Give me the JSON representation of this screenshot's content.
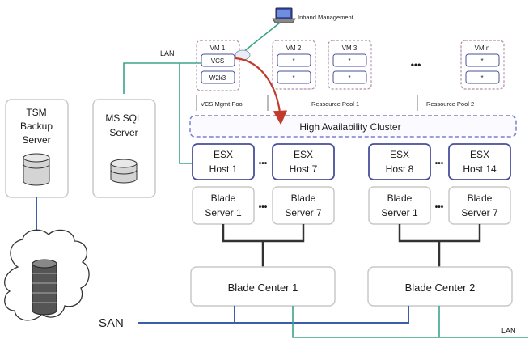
{
  "labels": {
    "inband": "Inband Management",
    "lan_top": "LAN",
    "lan_bottom": "LAN",
    "san": "SAN",
    "tsm": [
      "TSM",
      "Backup",
      "Server"
    ],
    "mssql": [
      "MS SQL",
      "Server"
    ],
    "vm1": "VM 1",
    "vcs": "VCS",
    "w2k3": "W2k3",
    "vm2": "VM 2",
    "vm3": "VM 3",
    "vmn": "VM n",
    "star": "*",
    "ellipsis": "•••",
    "pool_vcs": "VCS Mgmt Pool",
    "pool1": "Ressource Pool 1",
    "pool2": "Ressource Pool 2",
    "ha_cluster": "High Availability Cluster",
    "esx1": [
      "ESX",
      "Host 1"
    ],
    "esx7": [
      "ESX",
      "Host 7"
    ],
    "esx8": [
      "ESX",
      "Host 8"
    ],
    "esx14": [
      "ESX",
      "Host 14"
    ],
    "blade_a1": [
      "Blade",
      "Server 1"
    ],
    "blade_a7": [
      "Blade",
      "Server 7"
    ],
    "blade_b1": [
      "Blade",
      "Server 1"
    ],
    "blade_b7": [
      "Blade",
      "Server 7"
    ],
    "center1": "Blade Center 1",
    "center2": "Blade Center 2"
  },
  "colors": {
    "lan_line": "#3aa58a",
    "san_line": "#3b5ea8",
    "esx_border": "#4a4f9a",
    "box_border": "#c8c8c8",
    "vm_border": "#b08fa8",
    "ha_border": "#7b7fd0",
    "arrow": "#c23a2a",
    "dark_line": "#333333"
  }
}
